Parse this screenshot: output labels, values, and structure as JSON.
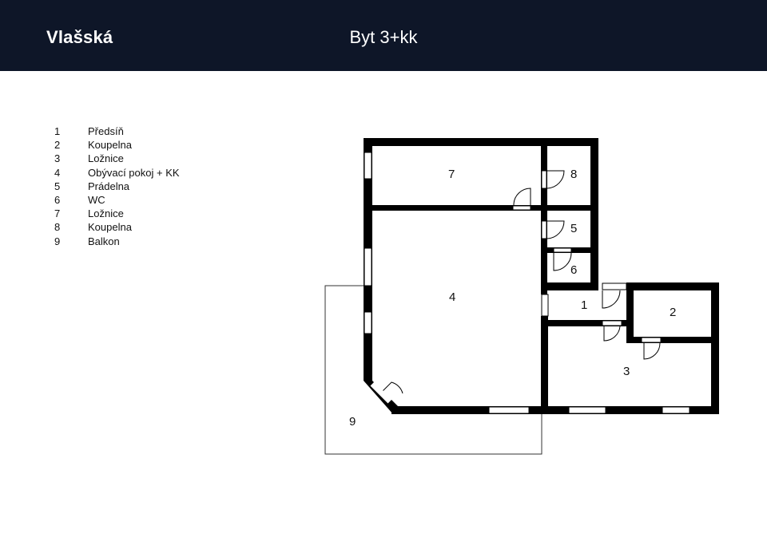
{
  "header": {
    "brand": "Vlašská",
    "title": "Byt 3+kk",
    "background_color": "#0e1628"
  },
  "legend": [
    {
      "number": "1",
      "name": "Předsíň"
    },
    {
      "number": "2",
      "name": "Koupelna"
    },
    {
      "number": "3",
      "name": "Ložnice"
    },
    {
      "number": "4",
      "name": "Obývací pokoj + KK"
    },
    {
      "number": "5",
      "name": "Prádelna"
    },
    {
      "number": "6",
      "name": "WC"
    },
    {
      "number": "7",
      "name": "Ložnice"
    },
    {
      "number": "8",
      "name": "Koupelna"
    },
    {
      "number": "9",
      "name": "Balkon"
    }
  ],
  "plan": {
    "room_labels": [
      "1",
      "2",
      "3",
      "4",
      "5",
      "6",
      "7",
      "8",
      "9"
    ],
    "wall_color": "#000000"
  }
}
